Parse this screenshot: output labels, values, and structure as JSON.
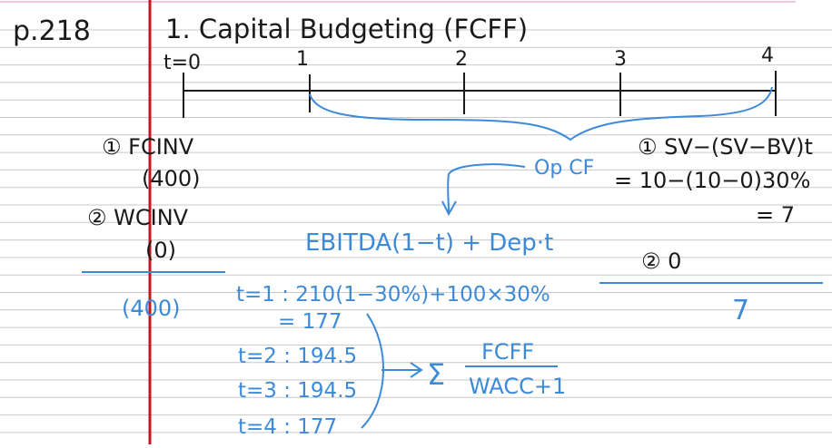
{
  "page": {
    "page_ref": "p.218",
    "title": "1. Capital Budgeting (FCFF)"
  },
  "colors": {
    "paper": "#ffffff",
    "ruled_line": "#c9c9c9",
    "top_rule": "#f1c6e0",
    "margin_line": "#c8141e",
    "black_ink": "#1a1a1a",
    "blue_ink": "#3d8ad9"
  },
  "timeline": {
    "labels": [
      "t=0",
      "1",
      "2",
      "3",
      "4"
    ]
  },
  "left_column": {
    "item1_label": "① FCINV",
    "item1_value": "(400)",
    "item2_label": "② WCINV",
    "item2_value": "(0)",
    "total": "(400)"
  },
  "right_column": {
    "formula_line1": "① SV−(SV−BV)t",
    "formula_line2": "= 10−(10−0)30%",
    "formula_line3": "= 7",
    "item2": "② 0",
    "total": "7"
  },
  "cash_flow": {
    "brace_label": "Op CF",
    "formula": "EBITDA(1−t) + Dep·t",
    "t1": "t=1 : 210(1−30%)+100×30%",
    "t1_result": "= 177",
    "t2": "t=2 : 194.5",
    "t3": "t=3 : 194.5",
    "t4": "t=4 : 177",
    "summary_sigma": "Σ",
    "summary_numerator": "FCFF",
    "summary_denominator": "WACC+1"
  }
}
